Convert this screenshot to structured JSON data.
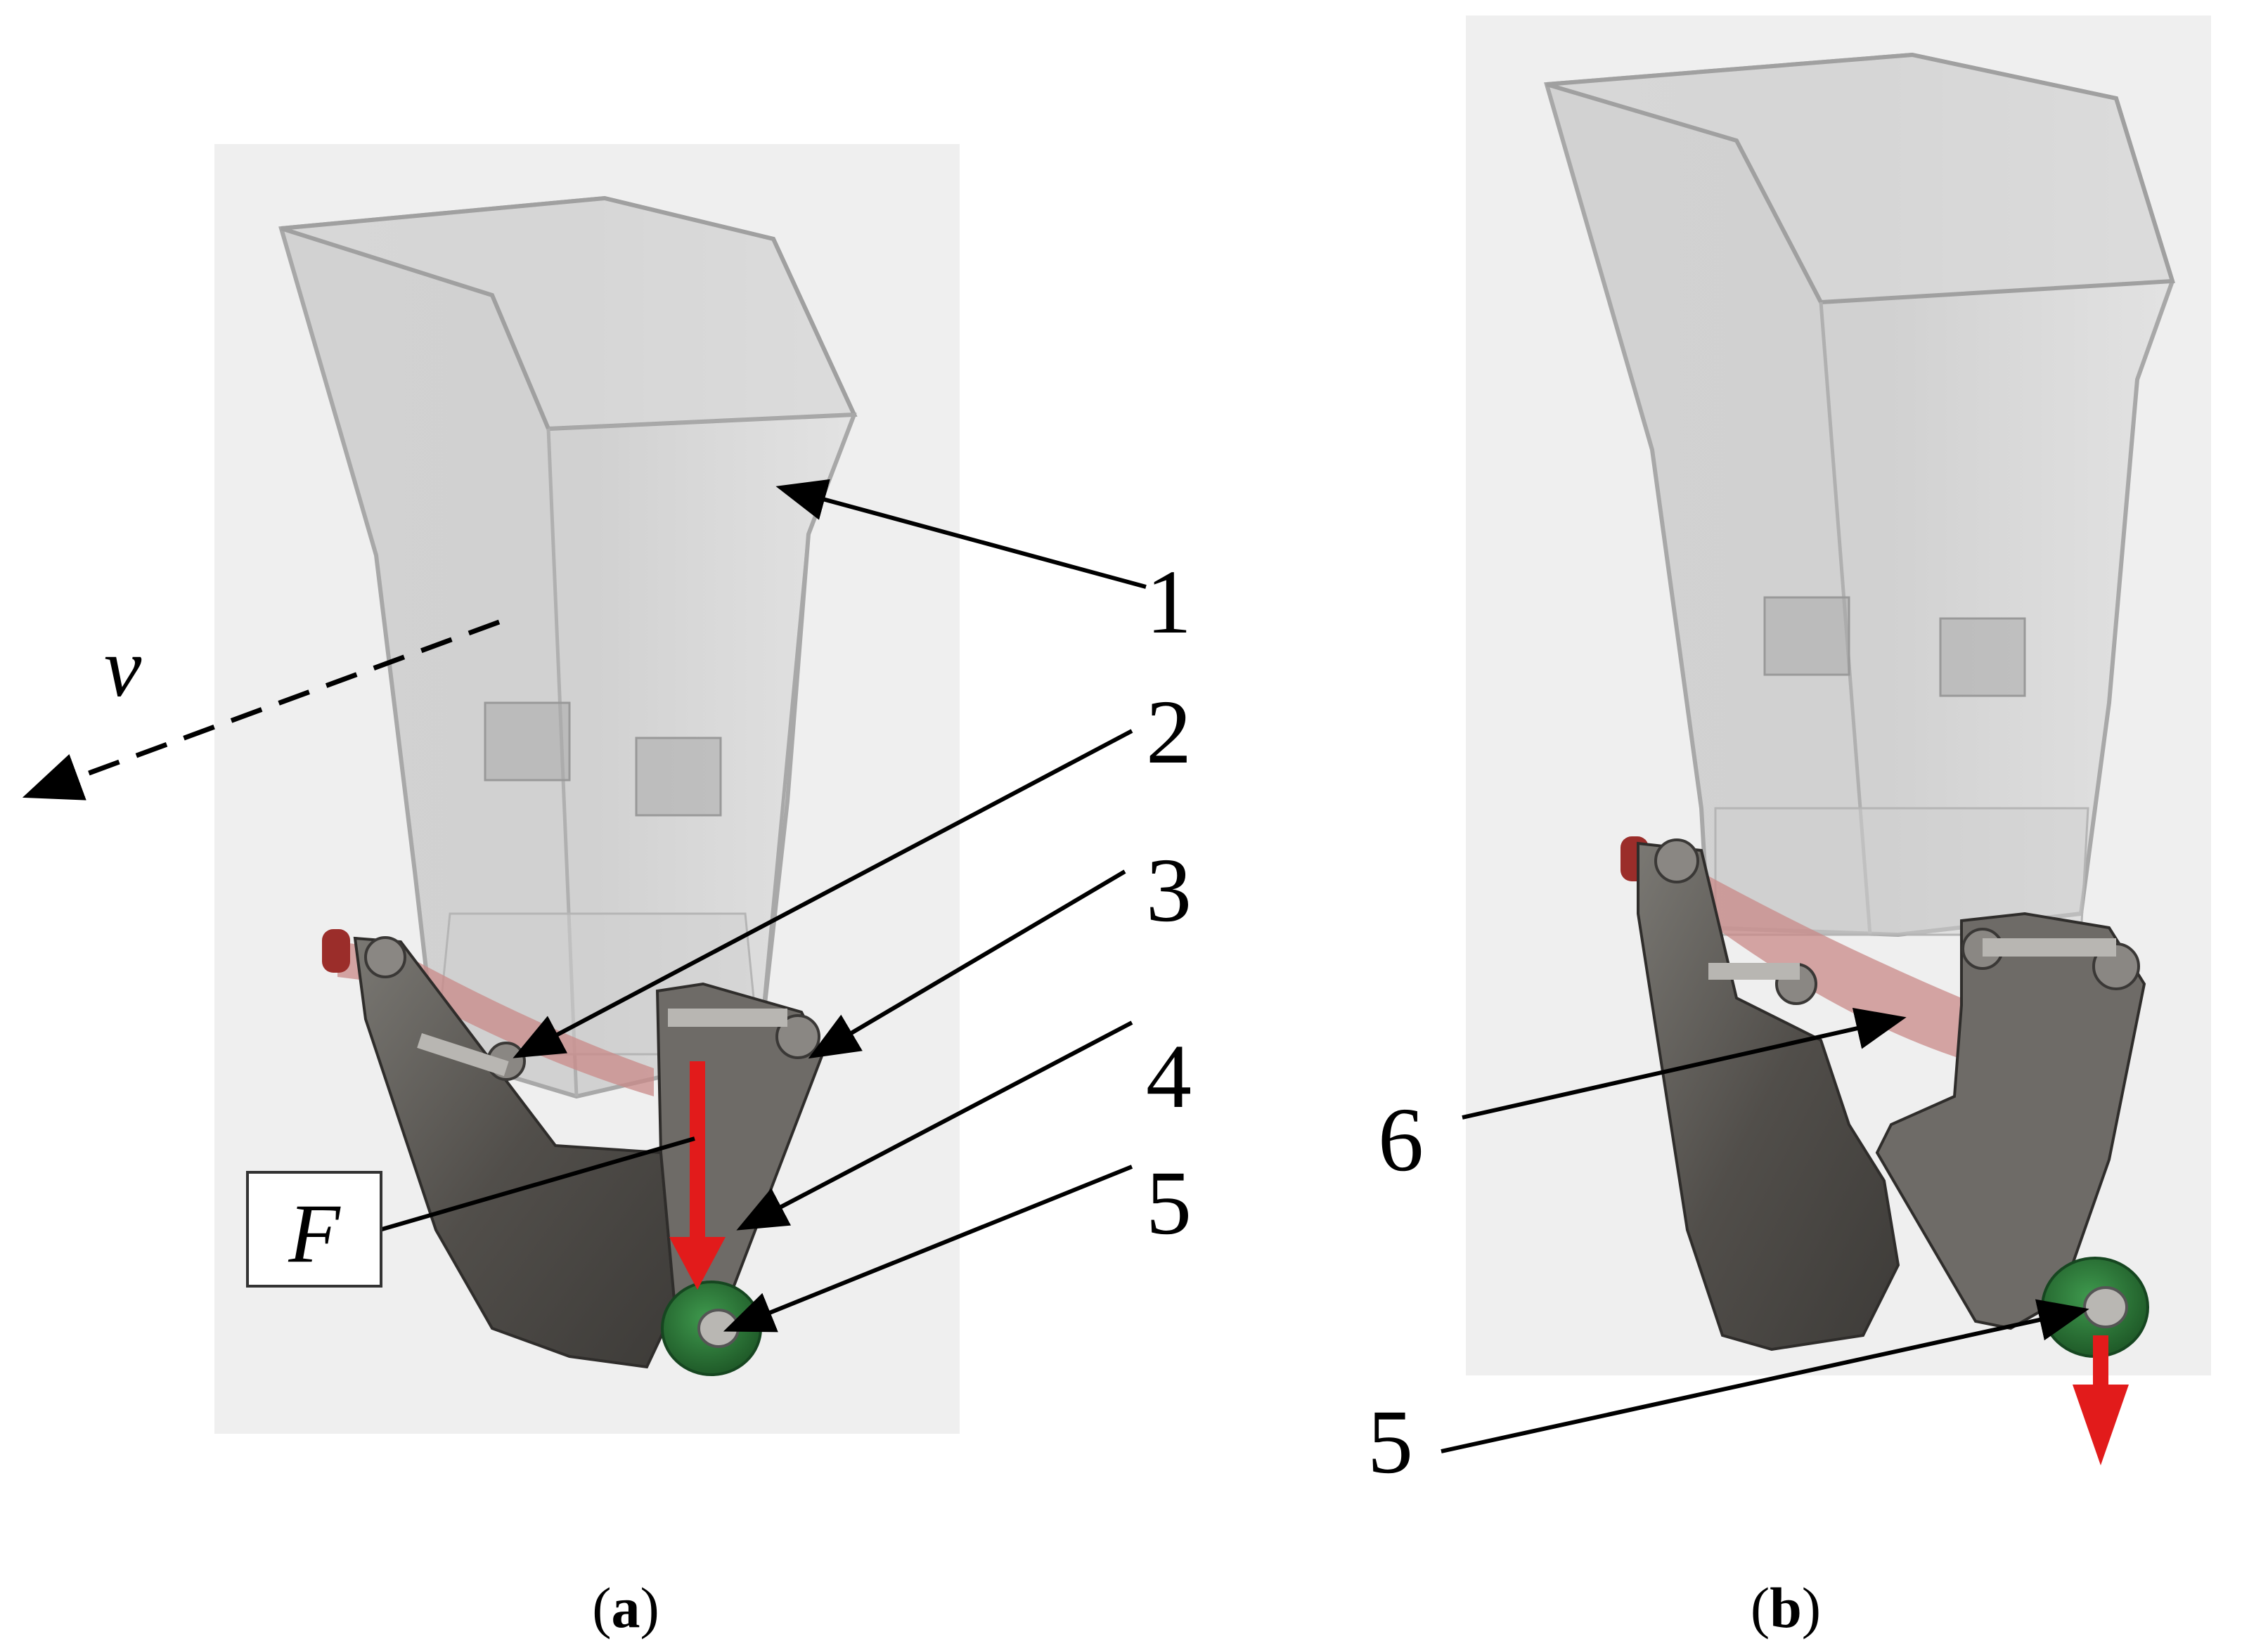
{
  "panels": [
    {
      "id": "a",
      "caption": {
        "open": "(",
        "letter": "a",
        "close": ")"
      },
      "callouts": [
        "1",
        "2",
        "3",
        "4",
        "5"
      ],
      "force_label": "F",
      "velocity_label": "v"
    },
    {
      "id": "b",
      "caption": {
        "open": "(",
        "letter": "b",
        "close": ")"
      },
      "callouts": [
        "6",
        "5"
      ]
    }
  ],
  "colors": {
    "background_panel": "#efefef",
    "hopper": "#b9b9b9",
    "bracket_metal": "#4a4844",
    "tension_band": "#c98a88",
    "end_cap": "#9b2d2a",
    "roller": "#2f7a3c",
    "force_arrow": "#e21b1b",
    "annotation_line": "#000000"
  },
  "icons": {
    "force_arrow": "down-arrow-icon",
    "velocity_arrow": "dashed-left-arrow-icon"
  }
}
